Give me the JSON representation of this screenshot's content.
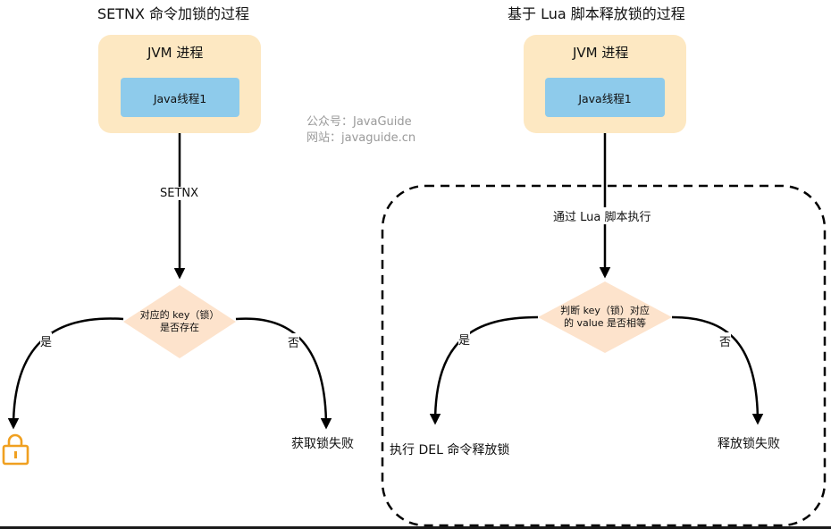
{
  "left": {
    "title": "SETNX 命令加锁的过程",
    "jvm_label": "JVM 进程",
    "thread_label": "Java线程1",
    "edge_label": "SETNX",
    "decision_line1": "对应的 key（锁）",
    "decision_line2": "是否存在",
    "yes_label": "是",
    "no_label": "否",
    "fail_result": "获取锁失败",
    "lock_icon": "lock-icon"
  },
  "right": {
    "title": "基于 Lua 脚本释放锁的过程",
    "jvm_label": "JVM 进程",
    "thread_label": "Java线程1",
    "edge_label": "通过 Lua 脚本执行",
    "decision_line1": "判断 key（锁）对应",
    "decision_line2": "的 value 是否相等",
    "yes_label": "是",
    "no_label": "否",
    "yes_result": "执行 DEL 命令释放锁",
    "no_result": "释放锁失败"
  },
  "watermark": {
    "line1": "公众号：JavaGuide",
    "line2": "网站：javaguide.cn"
  },
  "colors": {
    "jvm_fill": "#fde8c2",
    "thread_fill": "#8ecbeb",
    "decision_fill": "#fde3cc",
    "lock_color": "#f0a020",
    "line": "#000000"
  }
}
